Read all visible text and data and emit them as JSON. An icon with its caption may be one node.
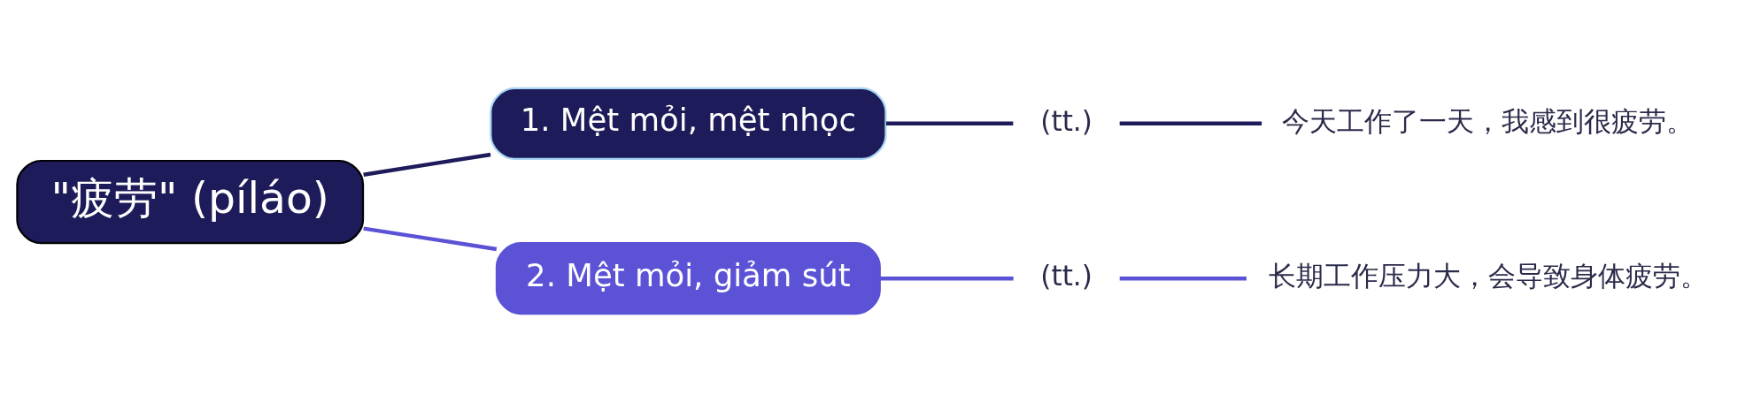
{
  "diagram": {
    "nodes": [
      {
        "text": [
          "\"疲劳\" (píláo)"
        ]
      },
      {
        "text": [
          "1. Mệt mỏi, mệt nhọc"
        ]
      },
      {
        "text": [
          "(tt.)"
        ]
      },
      {
        "text": [
          "今天工作了一天，我感到很疲劳。"
        ]
      },
      {
        "text": [
          "2. Mệt mỏi, giảm sút"
        ]
      },
      {
        "text": [
          "(tt.)"
        ]
      },
      {
        "text": [
          "长期工作压力大，会导致身体疲劳。"
        ]
      }
    ],
    "edges": [
      {
        "from": 0,
        "to": 1,
        "arrow": "none",
        "color": "#1e1b5a"
      },
      {
        "from": 1,
        "to": 2,
        "arrow": "none",
        "color": "#1e1b5a"
      },
      {
        "from": 2,
        "to": 3,
        "arrow": "none",
        "color": "#1e1b5a"
      },
      {
        "from": 0,
        "to": 4,
        "arrow": "none",
        "color": "#5b52d6"
      },
      {
        "from": 4,
        "to": 5,
        "arrow": "none",
        "color": "#5b52d6"
      },
      {
        "from": 5,
        "to": 6,
        "arrow": "none",
        "color": "#5b52d6"
      }
    ]
  }
}
